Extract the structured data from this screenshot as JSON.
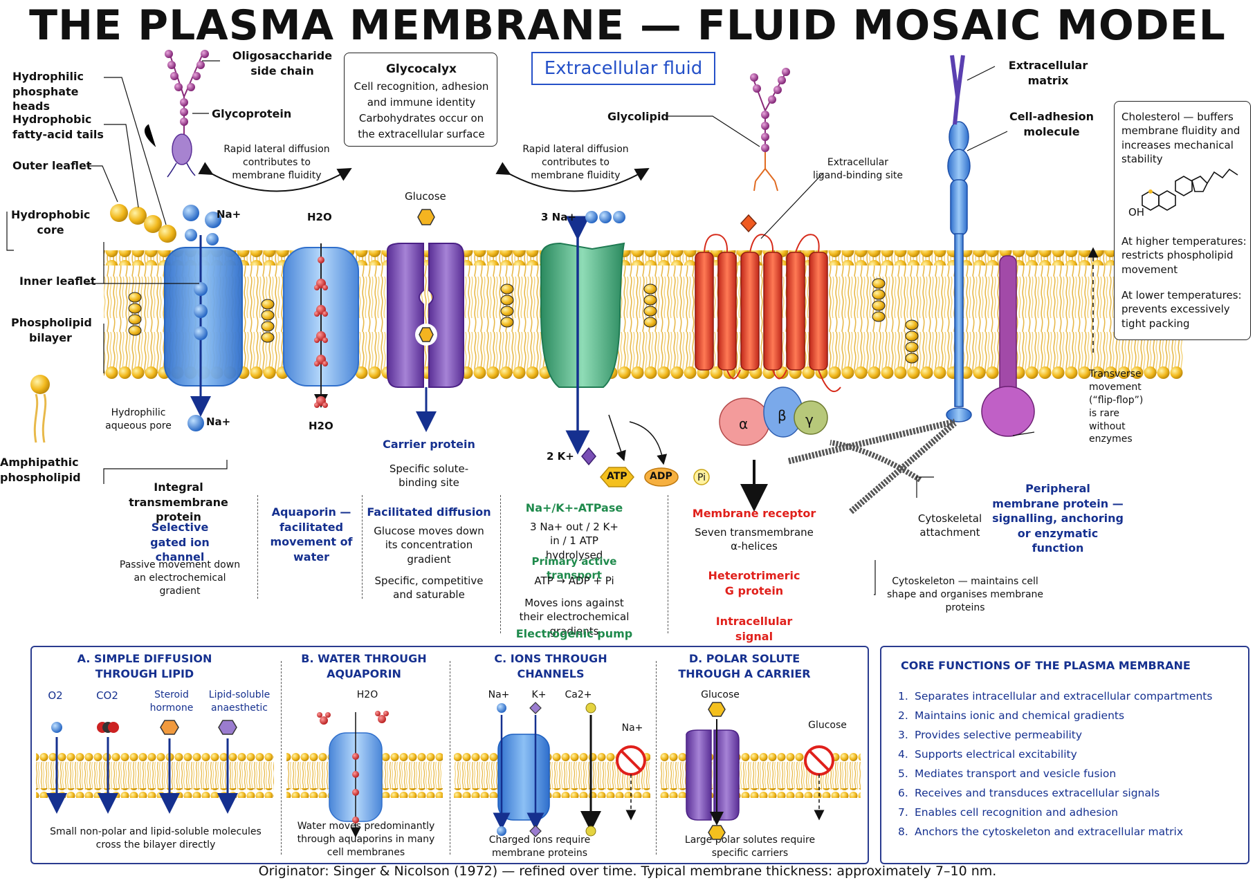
{
  "title": "THE PLASMA MEMBRANE — FLUID MOSAIC MODEL",
  "extracellular": "Extracellular fluid",
  "labels": {
    "hydrophilic_heads": "Hydrophilic phosphate heads",
    "hydrophobic_tails": "Hydrophobic fatty-acid tails",
    "outer_leaflet": "Outer leaflet",
    "hydrophobic_core": "Hydrophobic core",
    "inner_leaflet": "Inner leaflet",
    "bilayer": "Phospholipid bilayer",
    "amphipathic": "Amphipathic phospholipid",
    "oligosaccharide": "Oligosaccharide side chain",
    "glycoprotein": "Glycoprotein",
    "glycolipid": "Glycolipid",
    "lateral_left": "Rapid lateral diffusion contributes to membrane fluidity",
    "lateral_right": "Rapid lateral diffusion contributes to membrane fluidity",
    "ligand_site": "Extracellular ligand-binding site",
    "ecm": "Extracellular matrix",
    "cam": "Cell-adhesion molecule",
    "glucose": "Glucose",
    "h2o_top": "H2O",
    "h2o_bottom": "H2O",
    "na_top": "Na+",
    "na_bottom": "Na+",
    "na3": "3 Na+",
    "k2": "2 K+",
    "atp": "ATP",
    "adp": "ADP",
    "pi": "Pi",
    "aqueous_pore": "Hydrophilic aqueous pore",
    "cytoskeletal": "Cytoskeletal attachment",
    "transverse": "Transverse movement (“flip-flop”) is rare without enzymes",
    "alpha": "α",
    "beta": "β",
    "gamma": "γ"
  },
  "glycocalyx": {
    "title": "Glycocalyx",
    "line1": "Cell recognition, adhesion",
    "line2": "and immune identity",
    "line3": "Carbohydrates occur on",
    "line4": "the extracellular surface"
  },
  "cholesterol": {
    "line1": "Cholesterol — buffers membrane fluidity and increases mechanical stability",
    "oh": "OH",
    "line2": "At higher temperatures: restricts phospholipid movement",
    "line3": "At lower temperatures: prevents excessively tight packing"
  },
  "proteins": {
    "integral": "Integral transmembrane protein",
    "channel": "Selective gated ion channel",
    "channel_desc": "Passive movement down an electrochemical gradient",
    "aquaporin": "Aquaporin — facilitated movement of water",
    "carrier": "Carrier protein",
    "carrier_site": "Specific solute-binding site",
    "fd": "Facilitated diffusion",
    "fd_desc": "Glucose moves down its concentration gradient",
    "fd_desc2": "Specific, competitive and saturable",
    "pump": "Na+/K+-ATPase",
    "pump_desc": "3 Na+ out / 2 K+ in / 1 ATP hydrolysed",
    "pat": "Primary active transport",
    "pump_eq": "ATP → ADP + Pi",
    "pump_desc2": "Moves ions against their electrochemical gradients",
    "electrogenic": "Electrogenic pump",
    "receptor": "Membrane receptor",
    "receptor_desc": "Seven transmembrane α-helices",
    "gprotein": "Heterotrimeric G protein",
    "signal": "Intracellular signal transduction",
    "peripheral": "Peripheral membrane protein — signalling, anchoring or enzymatic function",
    "cytoskeleton": "Cytoskeleton — maintains cell shape and organises membrane proteins"
  },
  "panels": {
    "a_title": "A. SIMPLE DIFFUSION THROUGH LIPID",
    "a_o2": "O2",
    "a_co2": "CO2",
    "a_steroid": "Steroid hormone",
    "a_anaesthetic": "Lipid-soluble anaesthetic",
    "a_desc": "Small non-polar and lipid-soluble molecules cross the bilayer directly",
    "b_title": "B. WATER THROUGH AQUAPORIN",
    "b_h2o": "H2O",
    "b_desc": "Water moves predominantly through aquaporins in many cell membranes",
    "c_title": "C. IONS THROUGH CHANNELS",
    "c_na": "Na+",
    "c_k": "K+",
    "c_ca": "Ca2+",
    "c_na2": "Na+",
    "c_desc": "Charged ions require membrane proteins",
    "d_title": "D. POLAR SOLUTE THROUGH A CARRIER",
    "d_glucose": "Glucose",
    "d_glucose2": "Glucose",
    "d_desc": "Large polar solutes require specific carriers"
  },
  "functions": {
    "title": "CORE FUNCTIONS OF THE PLASMA MEMBRANE",
    "items": [
      "Separates intracellular and extracellular compartments",
      "Maintains ionic and chemical gradients",
      "Provides selective permeability",
      "Supports electrical excitability",
      "Mediates transport and vesicle fusion",
      "Receives and transduces extracellular signals",
      "Enables cell recognition and adhesion",
      "Anchors the cytoskeleton and extracellular matrix"
    ]
  },
  "footer": "Originator: Singer & Nicolson (1972) — refined over time.   Typical membrane thickness: approximately 7–10 nm.",
  "colors": {
    "lipid_head": "#f2b91e",
    "tail": "#f0c75a",
    "channel_blue": "#4b8fe0",
    "carrier_purple": "#7a4fb5",
    "pump_green": "#3fae7e",
    "receptor_red": "#e8452a",
    "navy": "#15308f"
  }
}
